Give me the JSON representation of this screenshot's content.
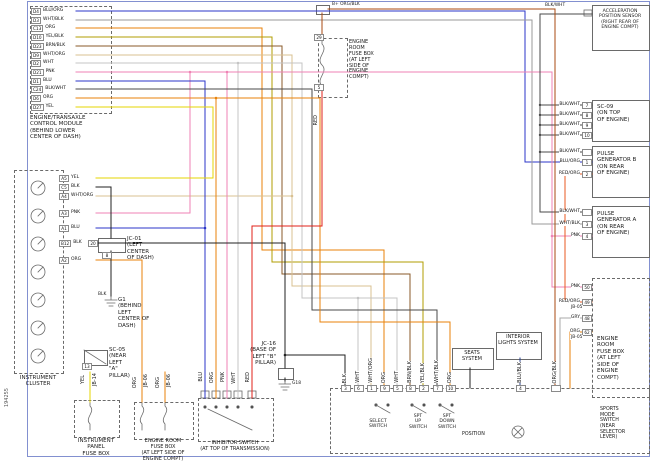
{
  "doc_number": "194255",
  "colors": {
    "blu_org": "#2b35c8",
    "wht_blk": "#9a9a9a",
    "org": "#e8820a",
    "yel_blk": "#b09c00",
    "brn_blk": "#8a5a28",
    "wht_org": "#d8c090",
    "wht": "#c4c4c4",
    "pnk": "#ef82b4",
    "blu": "#2b35c8",
    "blk_wht": "#4a4a4a",
    "yel": "#e6d400",
    "red": "#e02018",
    "red_org": "#e85a20",
    "gry": "#a8a8a8",
    "blk": "#202020",
    "blu_blk": "#28408f",
    "org_blk": "#a84a10"
  },
  "ecm": {
    "label": "ENGINE/TRANSAXLE\nCONTROL MODULE\n(BEHIND LOWER\nCENTER OF DASH)",
    "pins": [
      [
        "D4",
        "BLU/ORG"
      ],
      [
        "D3",
        "WHT/BLK"
      ],
      [
        "C13",
        "ORG"
      ],
      [
        "D10",
        "YEL/BLK"
      ],
      [
        "D23",
        "BRN/BLK"
      ],
      [
        "D9",
        "WHT/ORG"
      ],
      [
        "D2",
        "WHT"
      ],
      [
        "D21",
        "PNK"
      ],
      [
        "D1",
        "BLU"
      ],
      [
        "C24",
        "BLK/WHT"
      ],
      [
        "D6",
        "ORG"
      ],
      [
        "D27",
        "YEL"
      ]
    ]
  },
  "cluster": {
    "label": "INSTRUMENT\nCLUSTER",
    "pins": [
      [
        "A5",
        "YEL"
      ],
      [
        "C5",
        "BLK"
      ],
      [
        "A4",
        "WHT/ORG"
      ],
      [
        "A3",
        "PNK"
      ],
      [
        "A1",
        "BLU"
      ],
      [
        "B12",
        "BLK"
      ],
      [
        "A2",
        "ORG"
      ]
    ]
  },
  "jc01": {
    "label": "JC-01\n(LEFT\nCENTER\nOF DASH)",
    "pin_top": "20",
    "pin_bottom": "8"
  },
  "g1": {
    "label": "G1\n(BEHIND LEFT\nCENTER OF\nDASH)",
    "wire": "BLK"
  },
  "sc05": {
    "label": "SC-05\n(NEAR LEFT\n\"A\" PILLAR)",
    "pin": "13",
    "wire": "YEL",
    "junction": "JB-14"
  },
  "ipfb": {
    "label": "INSTRUMENT\nPANEL\nFUSE BOX"
  },
  "erfb_bl": {
    "label": "ENGINE ROOM\nFUSE BOX\n(AT LEFT SIDE OF\nENGINE COMPT)",
    "wire1": "ORG",
    "junction1": "JB-06",
    "wire2": "ORG",
    "junction2": "JB-06"
  },
  "inhibitor": {
    "label": "INHIBITOR SWITCH\n(AT TOP OF TRANSMISSION)",
    "wires": [
      "BLU",
      "ORG",
      "PNK",
      "WHT",
      "RED"
    ]
  },
  "jc16": {
    "label": "JC-16\n(BASE OF\nLEFT \"B\"\nPILLAR)",
    "ground": "G18"
  },
  "erfb_top": {
    "label": "ENGINE\nROOM\nFUSE BOX\n(AT LEFT\nSIDE OF\nENGINE\nCOMPT)",
    "feed": "B+ ORG/BLK",
    "pin_top": "29",
    "pin_bottom": "5",
    "wire_out": "RED"
  },
  "accel": {
    "label": "ACCELERATION\nPOSITION SENSOR\n(RIGHT REAR OF\nENGINE COMPT)",
    "wire": "BLK/WHT"
  },
  "sc09": {
    "label": "SC-09\n(ON TOP\nOF ENGINE)",
    "rows": [
      [
        "BLK/WHT",
        "7"
      ],
      [
        "BLK/WHT",
        "8"
      ],
      [
        "BLK/WHT",
        "9"
      ],
      [
        "BLK/WHT",
        "10"
      ]
    ]
  },
  "pgb": {
    "label": "PULSE\nGENERATOR B\n(ON REAR\nOF ENGINE)",
    "rows": [
      [
        "BLK/WHT",
        ""
      ],
      [
        "BLU/ORG",
        "1"
      ],
      [
        "RED/ORG",
        "2"
      ]
    ]
  },
  "pga": {
    "label": "PULSE\nGENERATOR A\n(ON REAR\nOF ENGINE)",
    "rows": [
      [
        "BLK/WHT",
        ""
      ],
      [
        "WHT/BLK",
        "3"
      ],
      [
        "PNK",
        "4"
      ]
    ]
  },
  "erfb_r": {
    "label": "ENGINE\nROOM\nFUSE BOX\n(AT LEFT\nSIDE OF\nENGINE\nCOMPT)",
    "rows": [
      [
        "PNK",
        "50"
      ],
      [
        "RED/ORG",
        "49"
      ],
      [
        "GRY",
        "48"
      ],
      [
        "ORG",
        "62"
      ]
    ],
    "junction": "JB-05"
  },
  "seats": {
    "label": "SEATS\nSYSTEM"
  },
  "interior": {
    "label": "INTERIOR\nLIGHTS SYSTEM"
  },
  "bottom": {
    "cols": [
      [
        "BLK",
        "3"
      ],
      [
        "WHT",
        "6"
      ],
      [
        "WHT/ORG",
        "1"
      ],
      [
        "ORG",
        "9"
      ],
      [
        "WHT",
        "5"
      ],
      [
        "BRN/BLK",
        "8"
      ],
      [
        "YEL/BLK",
        "2"
      ],
      [
        "WHT/BLK",
        "7"
      ],
      [
        "ORG",
        "10"
      ],
      [
        "BLU/BLK",
        "4"
      ],
      [
        "ORG/BLK",
        ""
      ]
    ],
    "select": "SELECT\nSWITCH",
    "spt_up": "SPT\nUP\nSWITCH",
    "spt_down": "SPT\nDOWN\nSWITCH",
    "position": "POSITION",
    "sports": "SPORTS\nMODE\nSWITCH\n(NEAR\nSELECTOR\nLEVER)"
  }
}
